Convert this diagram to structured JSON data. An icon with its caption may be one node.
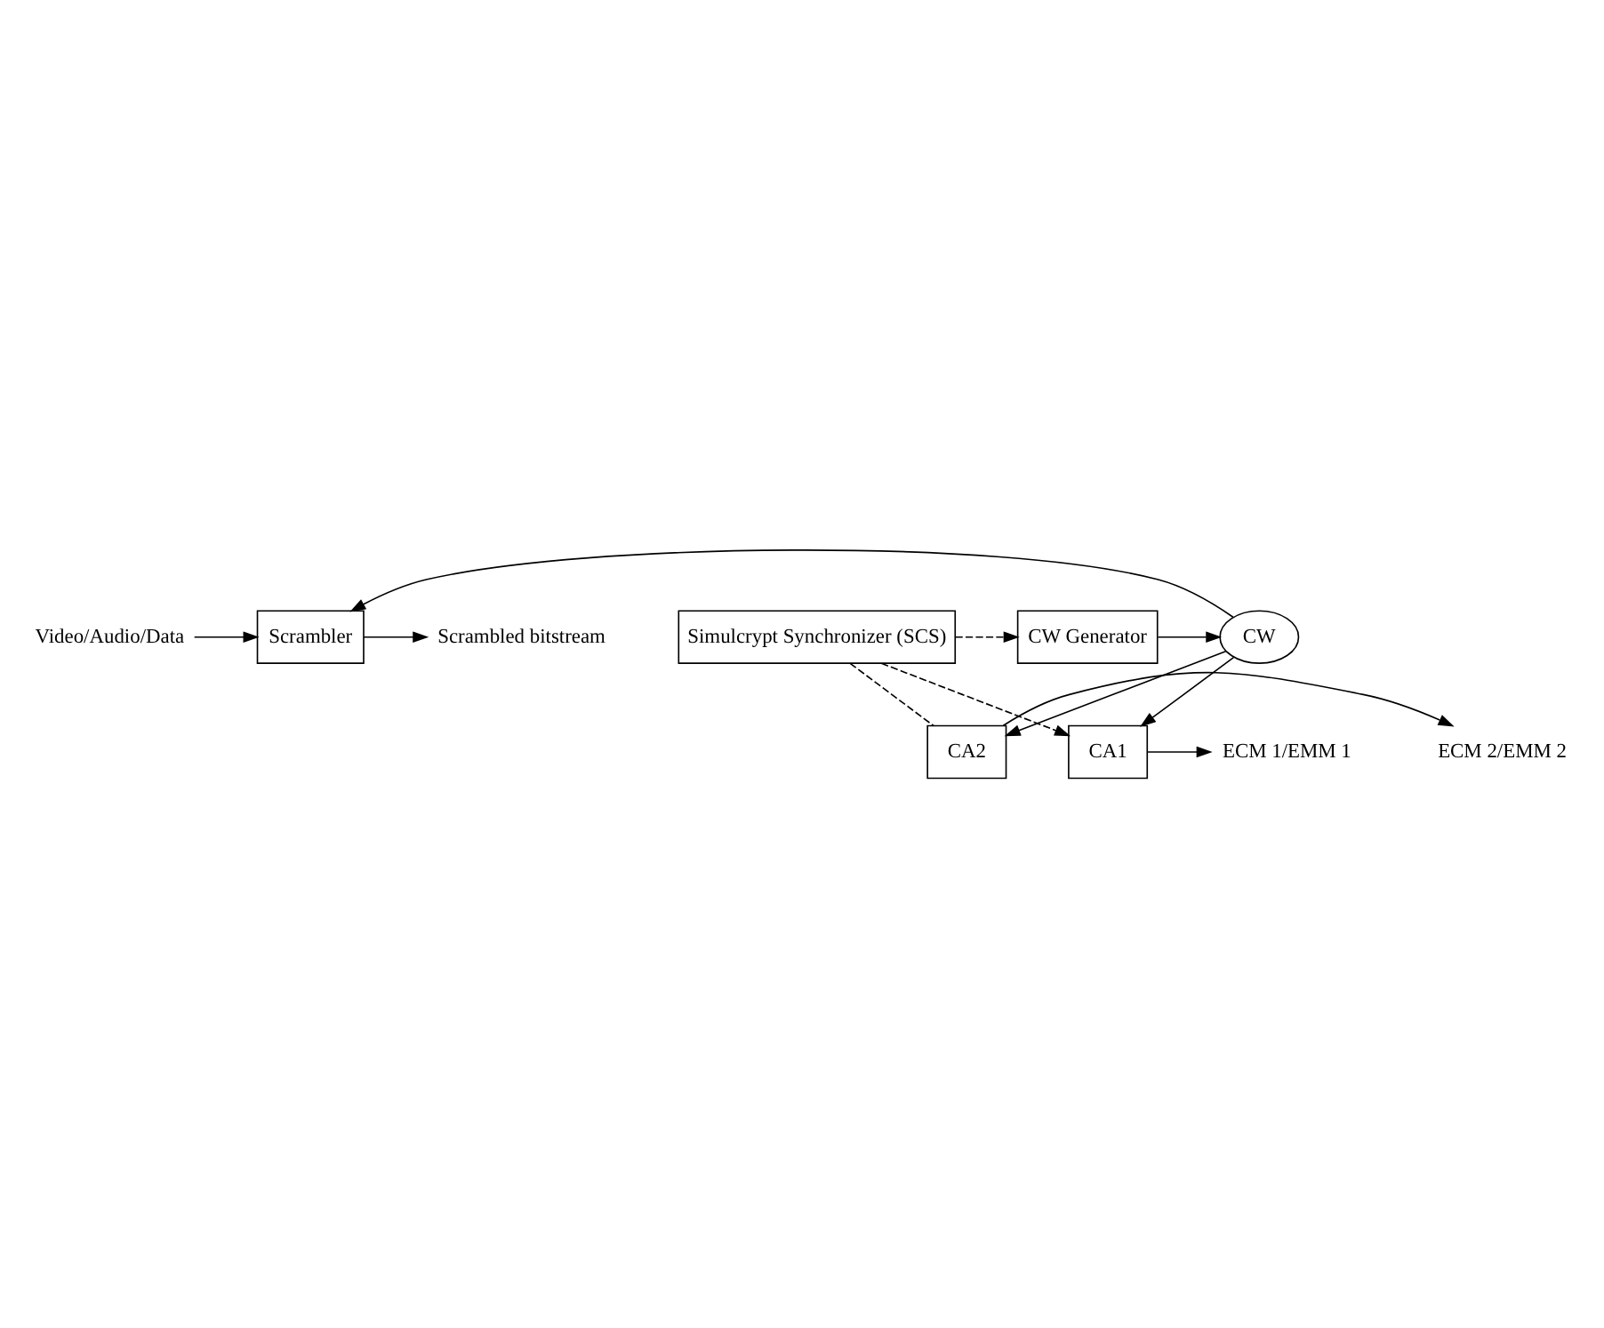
{
  "diagram": {
    "nodes": [
      {
        "text": [
          "Video/Audio/Data"
        ]
      },
      {
        "text": [
          "Scrambler"
        ]
      },
      {
        "text": [
          "Scrambled bitstream"
        ]
      },
      {
        "text": [
          "CW Generator"
        ]
      },
      {
        "text": [
          "CW"
        ]
      },
      {
        "text": [
          "Simulcrypt Synchronizer (SCS)"
        ]
      },
      {
        "text": [
          "CA1"
        ]
      },
      {
        "text": [
          "CA2"
        ]
      },
      {
        "text": [
          "ECM 1/EMM 1"
        ]
      },
      {
        "text": [
          "ECM 2/EMM 2"
        ]
      }
    ],
    "edges": [
      {
        "from": 0,
        "to": 1,
        "arrow": "to"
      },
      {
        "from": 1,
        "to": 2,
        "arrow": "to"
      },
      {
        "from": 4,
        "to": 1,
        "arrow": "to"
      },
      {
        "from": 3,
        "to": 4,
        "arrow": "to"
      },
      {
        "from": 5,
        "to": 3,
        "arrow": "to",
        "style": "dashed"
      },
      {
        "from": 4,
        "to": 6,
        "arrow": "to"
      },
      {
        "from": 4,
        "to": 7,
        "arrow": "to"
      },
      {
        "from": 5,
        "to": 6,
        "arrow": "to",
        "style": "dashed"
      },
      {
        "from": 5,
        "to": 7,
        "arrow": "none",
        "style": "dashed"
      },
      {
        "from": 6,
        "to": 8,
        "arrow": "to"
      },
      {
        "from": 7,
        "to": 9,
        "arrow": "to"
      }
    ]
  }
}
